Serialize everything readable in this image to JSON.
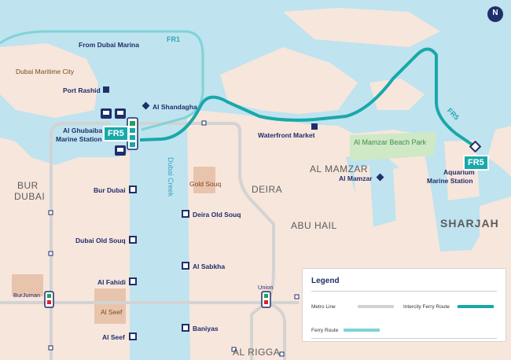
{
  "areas": {
    "bur_dubai_1": "BUR",
    "bur_dubai_2": "DUBAI",
    "deira": "DEIRA",
    "al_mamzar": "AL MAMZAR",
    "abu_hail": "ABU HAIL",
    "sharjah": "SHARJAH",
    "al_rigga": "AL RIGGA"
  },
  "water_labels": {
    "creek": "Dubai Creek",
    "park": "Al Mamzar Beach Park"
  },
  "pois": {
    "maritime_city": "Dubai Maritime City",
    "gold_souq": "Gold Souq",
    "al_seef_area": "Al Seef"
  },
  "routes": {
    "fr1": "FR1",
    "fr5": "FR5",
    "from_marina": "From Dubai Marina"
  },
  "stations": {
    "port_rashid": "Port Rashid",
    "al_shandagha": "Al Shandagha",
    "al_ghubaiba_1": "Al Ghubaiba",
    "al_ghubaiba_2": "Marine Station",
    "waterfront_market": "Waterfront Market",
    "al_mamzar": "Al Mamzar",
    "aquarium_1": "Aquarium",
    "aquarium_2": "Marine Station",
    "bur_dubai": "Bur Dubai",
    "dubai_old_souq": "Dubai Old Souq",
    "al_fahidi": "Al Fahidi",
    "al_seef": "Al Seef",
    "deira_old_souq": "Deira Old Souq",
    "al_sabkha": "Al Sabkha",
    "baniyas": "Baniyas",
    "union": "Union",
    "burjuman": "BurJuman"
  },
  "badges": {
    "fr5_ghubaiba": "FR5",
    "fr5_aquarium": "FR5"
  },
  "compass": {
    "label": "N"
  },
  "legend": {
    "title": "Legend",
    "metro_line": "Metro Line",
    "intercity_ferry": "Intercity Ferry Route",
    "ferry_route": "Ferry Route"
  },
  "colors": {
    "water": "#bfe3ef",
    "land": "#f7e6dc",
    "metro": "#d3d3d3",
    "ferry": "#7fd3d8",
    "intercity": "#19a8a9",
    "station": "#1f2f6b",
    "park": "#cfe8c6"
  },
  "icons": [
    "bus-icon",
    "metro-icon",
    "marine-station-icon",
    "station-square-icon",
    "station-diamond-icon",
    "compass-icon"
  ]
}
